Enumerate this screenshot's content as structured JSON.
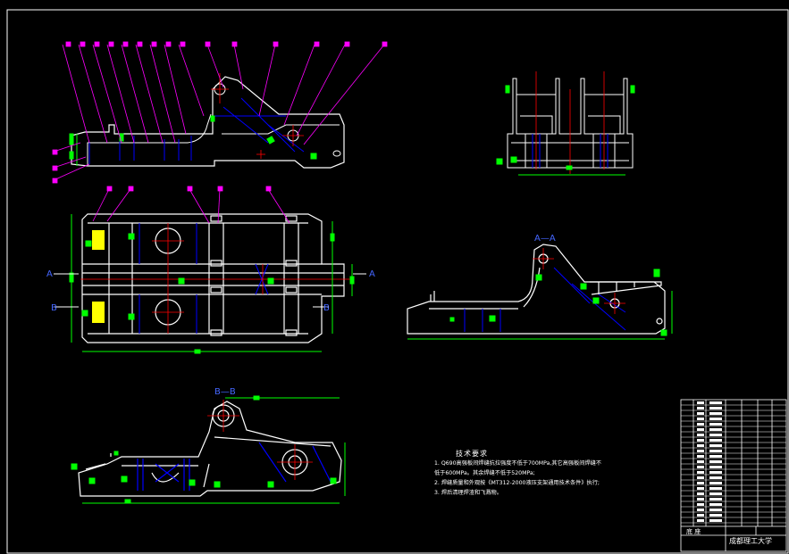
{
  "views": {
    "section_aa": "A—A",
    "section_bb": "B—B",
    "cut_a_left": "A",
    "cut_a_right": "A",
    "cut_b_left": "B",
    "cut_b_right": "B"
  },
  "tech_requirements": {
    "title": "技术要求",
    "lines": [
      "1. Q690高强板间焊缝抗拉强度不低于700MPa,其它高强板间焊缝不",
      "   低于600MPa。其余焊缝不低于520MPa;",
      "2. 焊缝质量和外观按《MT312-2000液压支架通用技术条件》执行;",
      "3. 焊后清理焊渣和飞溅物。"
    ]
  },
  "title_block": {
    "school": "成都理工大学",
    "label_left": "底 座"
  },
  "colors": {
    "outline": "#ffffff",
    "leader": "#ff00ff",
    "dimension": "#00ff00",
    "hidden": "#0000ff",
    "center": "#ff0000",
    "fill": "#ffff00"
  }
}
